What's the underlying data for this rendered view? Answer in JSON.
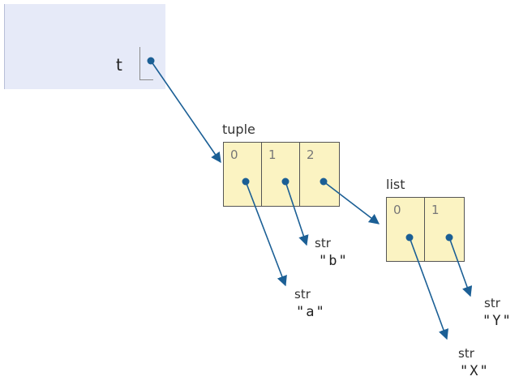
{
  "frame": {
    "variable": {
      "name": "t"
    }
  },
  "heap": {
    "tuple": {
      "type": "tuple",
      "indices": [
        "0",
        "1",
        "2"
      ]
    },
    "list": {
      "type": "list",
      "indices": [
        "0",
        "1"
      ]
    },
    "strings": [
      {
        "id": "a",
        "type": "str",
        "value": "\"a\""
      },
      {
        "id": "b",
        "type": "str",
        "value": "\"b\""
      },
      {
        "id": "X",
        "type": "str",
        "value": "\"X\""
      },
      {
        "id": "Y",
        "type": "str",
        "value": "\"Y\""
      }
    ]
  },
  "colors": {
    "frame_bg": "#e6eaf8",
    "heap_bg": "#fbf3c2",
    "pointer": "#1b5f95"
  }
}
